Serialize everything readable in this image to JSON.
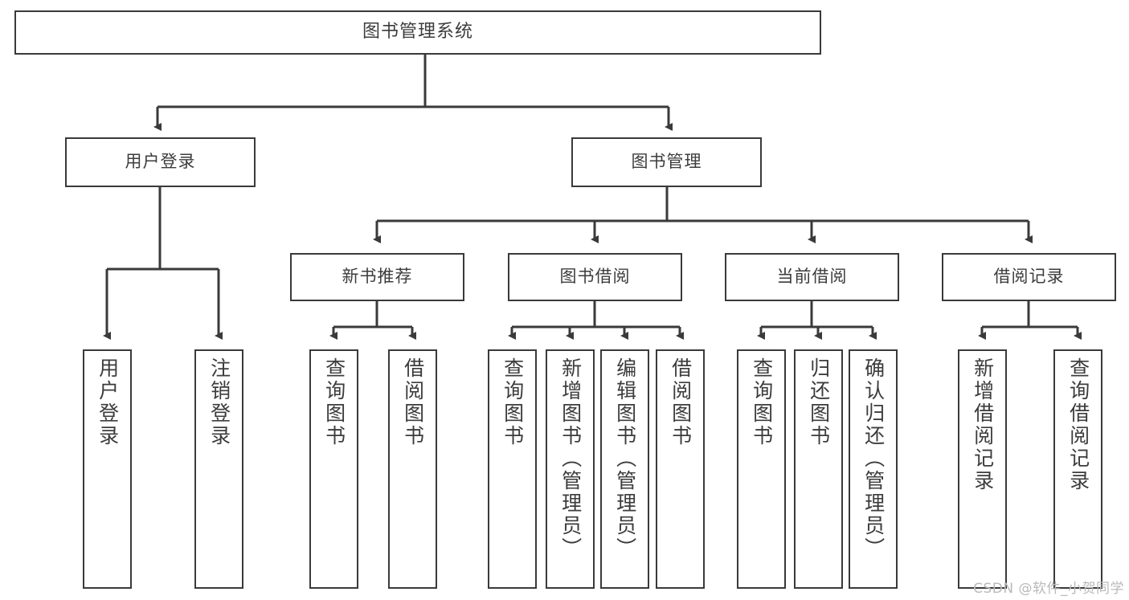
{
  "diagram": {
    "title": "图书管理系统",
    "type": "tree-hierarchy-chart",
    "watermark": "CSDN @软件_小贺同学",
    "stroke_color": "#3a3a3a",
    "text_color": "#3c3c3c",
    "background_color": "#ffffff"
  },
  "nodes": {
    "root": {
      "label": "图书管理系统"
    },
    "level2": [
      {
        "label": "用户登录"
      },
      {
        "label": "图书管理"
      }
    ],
    "level3": [
      {
        "label": "新书推荐"
      },
      {
        "label": "图书借阅"
      },
      {
        "label": "当前借阅"
      },
      {
        "label": "借阅记录"
      }
    ],
    "leaves": {
      "user_login": [
        {
          "label": "用户登录"
        },
        {
          "label": "注销登录"
        }
      ],
      "new_book_recommend": [
        {
          "label": "查询图书"
        },
        {
          "label": "借阅图书"
        }
      ],
      "book_borrow": [
        {
          "label": "查询图书"
        },
        {
          "label": "新增图书（管理员）"
        },
        {
          "label": "编辑图书（管理员）"
        },
        {
          "label": "借阅图书"
        }
      ],
      "current_borrow": [
        {
          "label": "查询图书"
        },
        {
          "label": "归还图书"
        },
        {
          "label": "确认归还（管理员）"
        }
      ],
      "borrow_record": [
        {
          "label": "新增借阅记录"
        },
        {
          "label": "查询借阅记录"
        }
      ]
    }
  }
}
